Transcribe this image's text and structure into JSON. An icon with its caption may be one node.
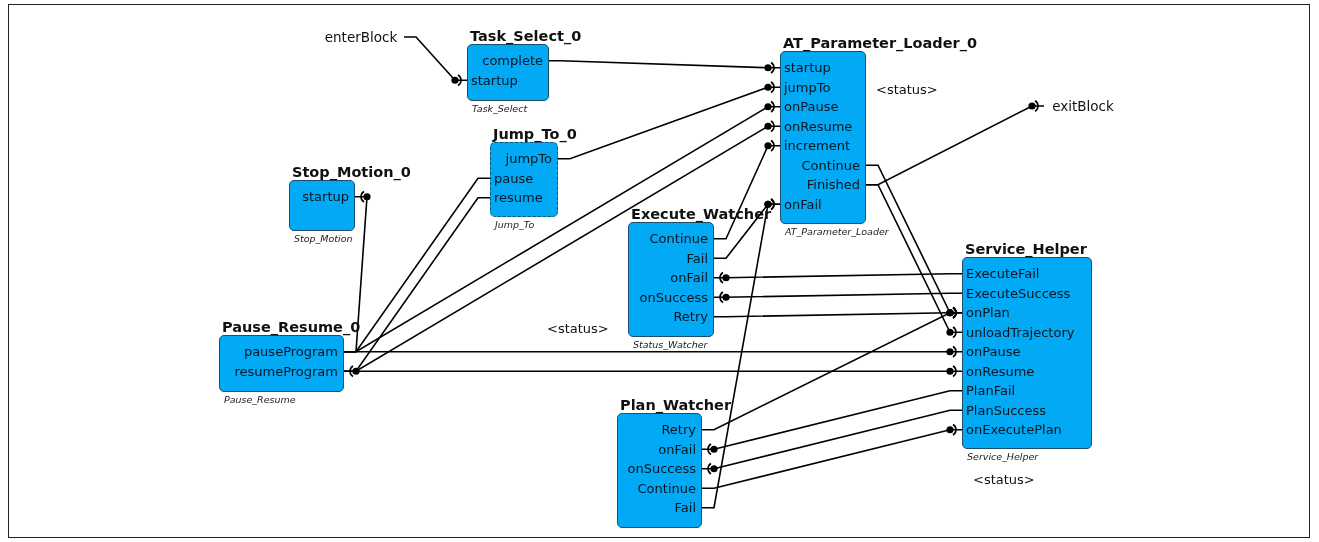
{
  "diagram": {
    "nodes": [
      {
        "text": [
          "enterBlock"
        ]
      },
      {
        "text": [
          "Task_Select_0"
        ],
        "beside": [
          "Task_Select"
        ]
      },
      {
        "text": [
          "complete"
        ],
        "in": 1
      },
      {
        "text": [
          "startup"
        ],
        "in": 1
      },
      {
        "text": [
          "AT_Parameter_Loader_0"
        ],
        "beside": [
          "AT_Parameter_Loader"
        ]
      },
      {
        "text": [
          "startup"
        ],
        "in": 4
      },
      {
        "text": [
          "jumpTo"
        ],
        "in": 4
      },
      {
        "text": [
          "onPause"
        ],
        "in": 4
      },
      {
        "text": [
          "onResume"
        ],
        "in": 4
      },
      {
        "text": [
          "increment"
        ],
        "in": 4
      },
      {
        "text": [
          "Continue"
        ],
        "in": 4
      },
      {
        "text": [
          "Finished"
        ],
        "in": 4
      },
      {
        "text": [
          "onFail"
        ],
        "in": 4
      },
      {
        "text": [
          "exitBlock"
        ]
      },
      {
        "text": [
          "Jump_To_0"
        ],
        "beside": [
          "Jump_To"
        ]
      },
      {
        "text": [
          "jumpTo"
        ],
        "in": 14
      },
      {
        "text": [
          "pause"
        ],
        "in": 14
      },
      {
        "text": [
          "resume"
        ],
        "in": 14
      },
      {
        "text": [
          "Stop_Motion_0"
        ],
        "beside": [
          "Stop_Motion"
        ]
      },
      {
        "text": [
          "startup"
        ],
        "in": 18
      },
      {
        "text": [
          "Execute_Watcher"
        ],
        "beside": [
          "Status_Watcher"
        ]
      },
      {
        "text": [
          "Continue"
        ],
        "in": 20
      },
      {
        "text": [
          "Fail"
        ],
        "in": 20
      },
      {
        "text": [
          "onFail"
        ],
        "in": 20
      },
      {
        "text": [
          "onSuccess"
        ],
        "in": 20
      },
      {
        "text": [
          "Retry"
        ],
        "in": 20
      },
      {
        "text": [
          "Service_Helper"
        ],
        "beside": [
          "Service_Helper"
        ]
      },
      {
        "text": [
          "ExecuteFail"
        ],
        "in": 26
      },
      {
        "text": [
          "ExecuteSuccess"
        ],
        "in": 26
      },
      {
        "text": [
          "onPlan"
        ],
        "in": 26
      },
      {
        "text": [
          "unloadTrajectory"
        ],
        "in": 26
      },
      {
        "text": [
          "onPause"
        ],
        "in": 26
      },
      {
        "text": [
          "onResume"
        ],
        "in": 26
      },
      {
        "text": [
          "PlanFail"
        ],
        "in": 26
      },
      {
        "text": [
          "PlanSuccess"
        ],
        "in": 26
      },
      {
        "text": [
          "onExecutePlan"
        ],
        "in": 26
      },
      {
        "text": [
          "Pause_Resume_0"
        ],
        "beside": [
          "Pause_Resume"
        ]
      },
      {
        "text": [
          "pauseProgram"
        ],
        "in": 36
      },
      {
        "text": [
          "resumeProgram"
        ],
        "in": 36
      },
      {
        "text": [
          "Plan_Watcher"
        ]
      },
      {
        "text": [
          "Retry"
        ],
        "in": 39
      },
      {
        "text": [
          "onFail"
        ],
        "in": 39
      },
      {
        "text": [
          "onSuccess"
        ],
        "in": 39
      },
      {
        "text": [
          "Continue"
        ],
        "in": 39
      },
      {
        "text": [
          "Fail"
        ],
        "in": 39
      }
    ],
    "edges": [
      {
        "from": 0,
        "to": 3,
        "arrow": "other"
      },
      {
        "from": 2,
        "to": 5,
        "arrow": "other"
      },
      {
        "from": 15,
        "to": 6,
        "arrow": "other"
      },
      {
        "from": 37,
        "to": 7,
        "arrow": "other"
      },
      {
        "from": 38,
        "to": 8,
        "arrow": "other"
      },
      {
        "from": 21,
        "to": 9,
        "arrow": "other"
      },
      {
        "from": 22,
        "to": 12,
        "arrow": "other"
      },
      {
        "from": 44,
        "to": 12,
        "arrow": "other"
      },
      {
        "from": 11,
        "to": 13,
        "arrow": "other"
      },
      {
        "from": 10,
        "to": 29,
        "arrow": "other"
      },
      {
        "from": 11,
        "to": 30,
        "arrow": "other"
      },
      {
        "from": 37,
        "to": 19,
        "arrow": "other"
      },
      {
        "from": 16,
        "to": 37,
        "arrow": "none"
      },
      {
        "from": 17,
        "to": 38,
        "arrow": "other"
      },
      {
        "from": 37,
        "to": 31,
        "arrow": "other"
      },
      {
        "from": 38,
        "to": 32,
        "arrow": "other"
      },
      {
        "from": 27,
        "to": 23,
        "arrow": "other"
      },
      {
        "from": 28,
        "to": 24,
        "arrow": "other"
      },
      {
        "from": 25,
        "to": 29,
        "arrow": "other"
      },
      {
        "from": 40,
        "to": 29,
        "arrow": "other"
      },
      {
        "from": 33,
        "to": 41,
        "arrow": "other"
      },
      {
        "from": 34,
        "to": 42,
        "arrow": "other"
      },
      {
        "from": 43,
        "to": 35,
        "arrow": "other"
      }
    ],
    "labels": [
      "<status>",
      "<status>",
      "<status>"
    ]
  }
}
